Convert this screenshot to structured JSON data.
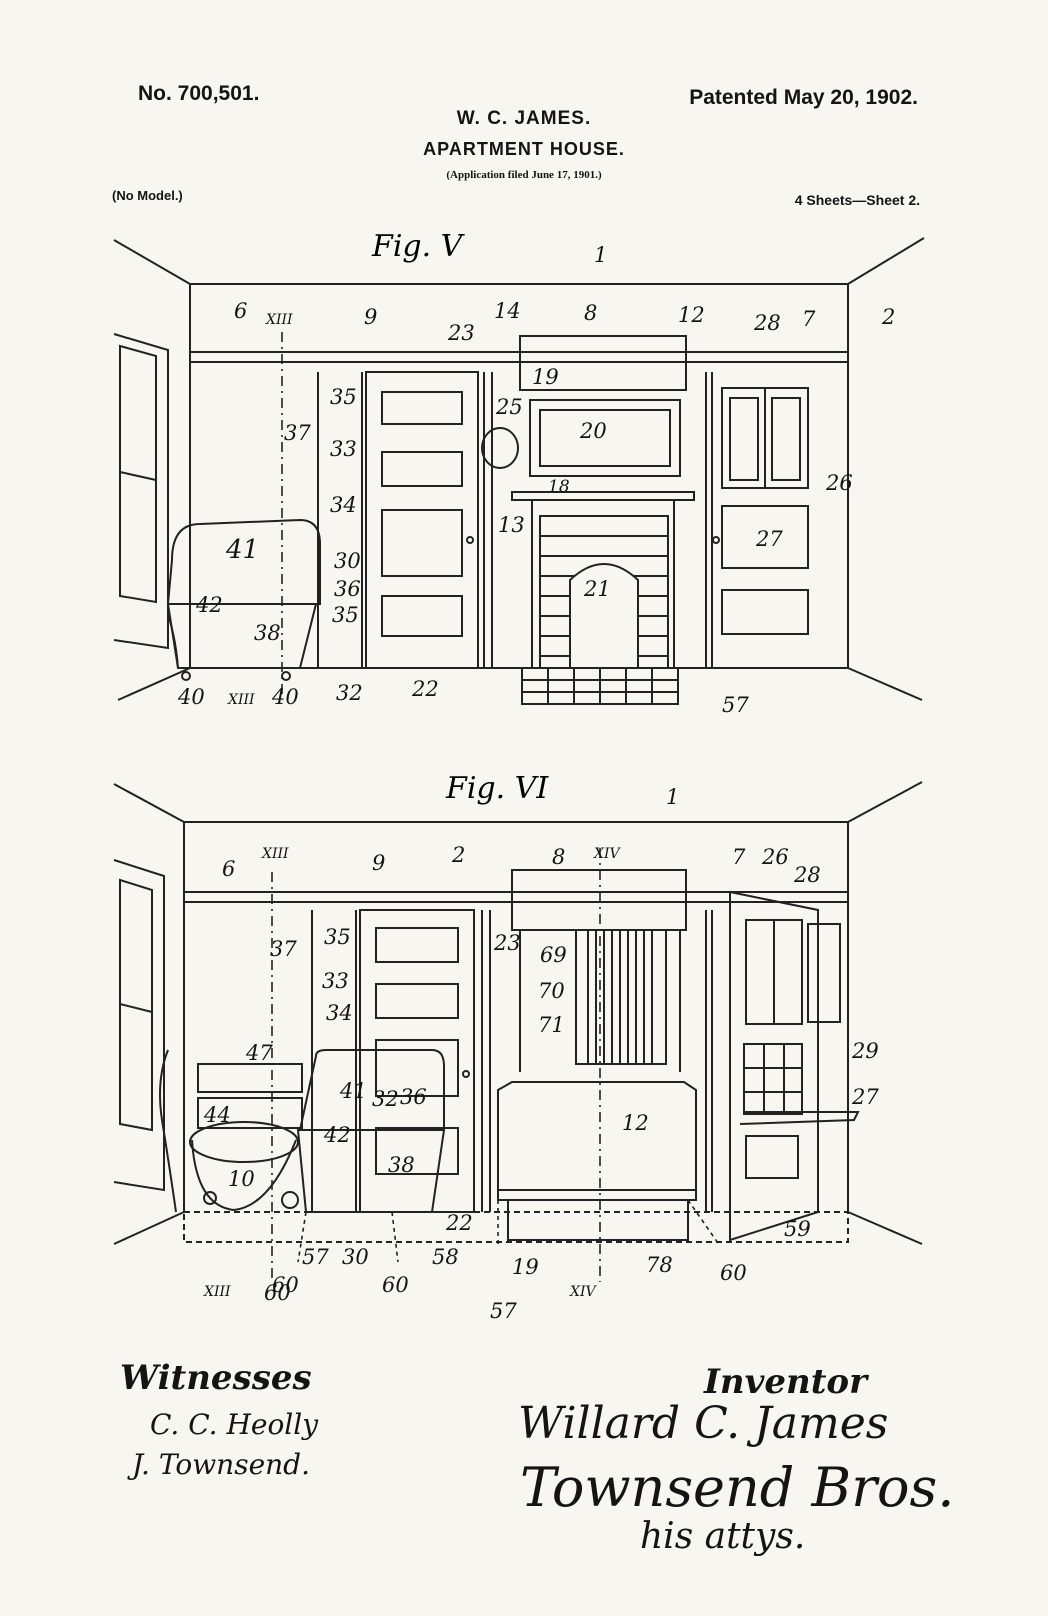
{
  "header": {
    "patent_number": "No. 700,501.",
    "patent_date": "Patented May 20, 1902.",
    "inventor": "W. C. JAMES.",
    "title": "APARTMENT HOUSE.",
    "application": "(Application filed June 17, 1901.)",
    "model": "(No Model.)",
    "sheets": "4 Sheets—Sheet 2."
  },
  "fig5": {
    "label": "Fig. V",
    "refs": [
      "6",
      "XIII",
      "9",
      "23",
      "14",
      "8",
      "12",
      "28",
      "7",
      "2",
      "1",
      "19",
      "35",
      "37",
      "33",
      "25",
      "20",
      "34",
      "18",
      "26",
      "13",
      "41",
      "30",
      "36",
      "35",
      "21",
      "27",
      "42",
      "38",
      "40",
      "XIII",
      "40",
      "32",
      "22",
      "57"
    ]
  },
  "fig6": {
    "label": "Fig. VI",
    "refs": [
      "1",
      "XIII",
      "6",
      "9",
      "2",
      "8",
      "XIV",
      "7",
      "26",
      "28",
      "37",
      "35",
      "23",
      "69",
      "33",
      "70",
      "34",
      "71",
      "47",
      "29",
      "41",
      "32",
      "36",
      "44",
      "42",
      "12",
      "27",
      "38",
      "10",
      "22",
      "59",
      "57",
      "30",
      "60",
      "58",
      "19",
      "78",
      "60",
      "XIII",
      "60",
      "60",
      "XIV",
      "57"
    ]
  },
  "signatures": {
    "witnesses_label": "Witnesses",
    "witness_1": "C. C. Heolly",
    "witness_2": "J. Townsend.",
    "inventor_label": "Inventor",
    "inventor_signature": "Willard C. James",
    "attorneys": "Townsend Bros.",
    "attorneys_suffix": "his attys."
  }
}
